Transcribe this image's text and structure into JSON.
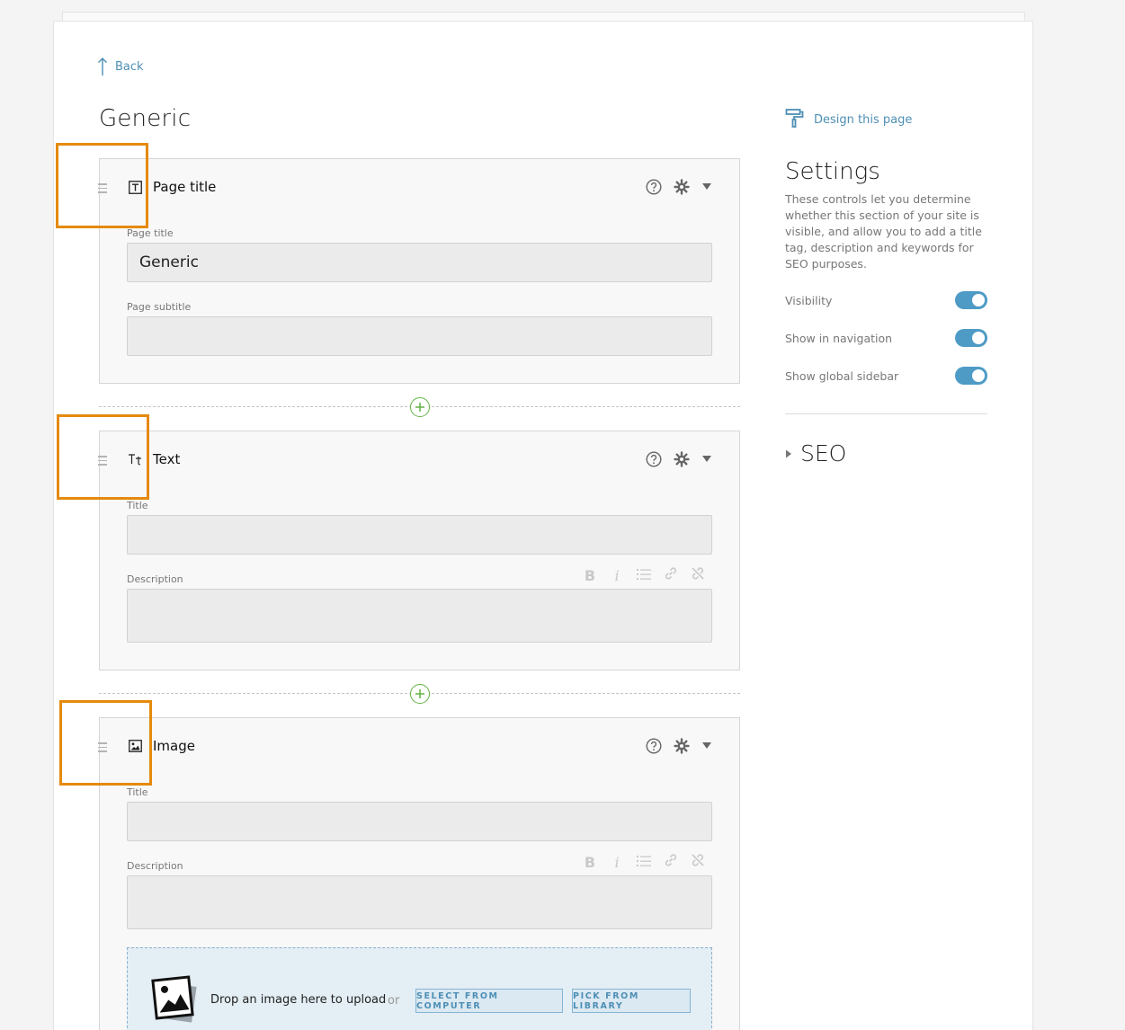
{
  "nav": {
    "back_label": "Back"
  },
  "page": {
    "heading": "Generic"
  },
  "sections": [
    {
      "type_icon": "text-box-icon",
      "title": "Page title",
      "fields": [
        {
          "label": "Page title",
          "value": "Generic"
        },
        {
          "label": "Page subtitle",
          "value": ""
        }
      ]
    },
    {
      "type_icon": "typography-icon",
      "title": "Text",
      "fields": [
        {
          "label": "Title",
          "value": ""
        },
        {
          "label": "Description",
          "value": ""
        }
      ]
    },
    {
      "type_icon": "image-icon",
      "title": "Image",
      "fields": [
        {
          "label": "Title",
          "value": ""
        },
        {
          "label": "Description",
          "value": ""
        }
      ],
      "dropzone": {
        "text": "Drop an image here to upload",
        "or": "or",
        "select_computer": "SELECT FROM COMPUTER",
        "pick_library": "PICK FROM LIBRARY"
      }
    }
  ],
  "rte_toolbar": {
    "bold": "B",
    "italic": "i"
  },
  "sidebar": {
    "design_link": "Design this page",
    "settings_title": "Settings",
    "settings_desc": "These controls let you determine whether this section of your site is visible, and allow you to add a title tag, description and keywords for SEO purposes.",
    "toggles": [
      {
        "label": "Visibility",
        "on": true
      },
      {
        "label": "Show in navigation",
        "on": true
      },
      {
        "label": "Show global sidebar",
        "on": true
      }
    ],
    "seo_label": "SEO"
  },
  "colors": {
    "accent": "#4e8fb5",
    "toggle_on": "#4e9bc6",
    "add_green": "#62b344",
    "highlight": "#e58a0c"
  }
}
